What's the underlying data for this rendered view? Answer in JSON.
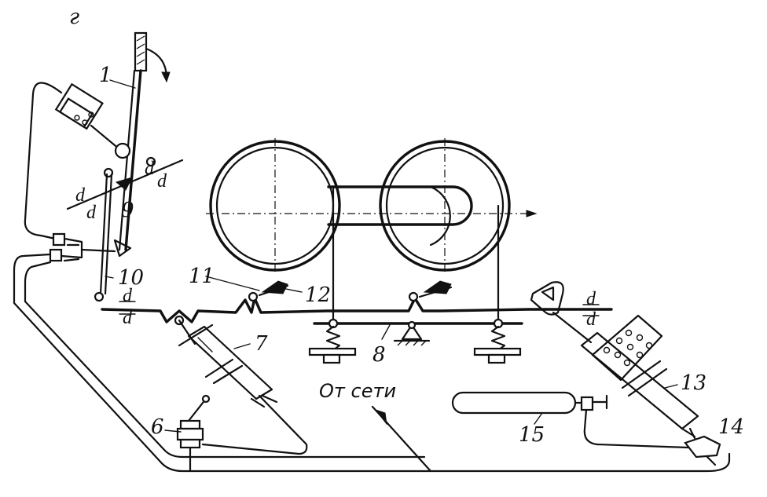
{
  "figure_letter": "г",
  "labels": {
    "l1": "1",
    "l6": "6",
    "l7": "7",
    "l8": "8",
    "l9": "9",
    "l10": "10",
    "l11": "11",
    "l12": "12",
    "l13": "13",
    "l14": "14",
    "l15": "15"
  },
  "supply_caption": "От сети"
}
